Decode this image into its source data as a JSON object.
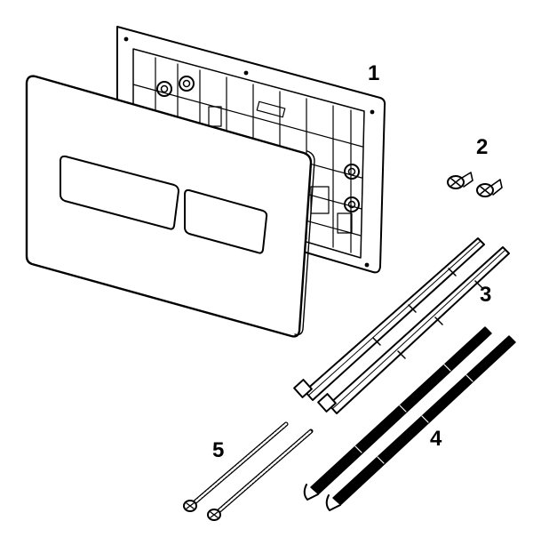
{
  "diagram": {
    "labels": {
      "frame": "1",
      "screws": "2",
      "rods": "3",
      "threaded_bars": "4",
      "bolts": "5"
    },
    "colors": {
      "line": "#000000",
      "background": "#ffffff",
      "fill": "#ffffff"
    }
  }
}
